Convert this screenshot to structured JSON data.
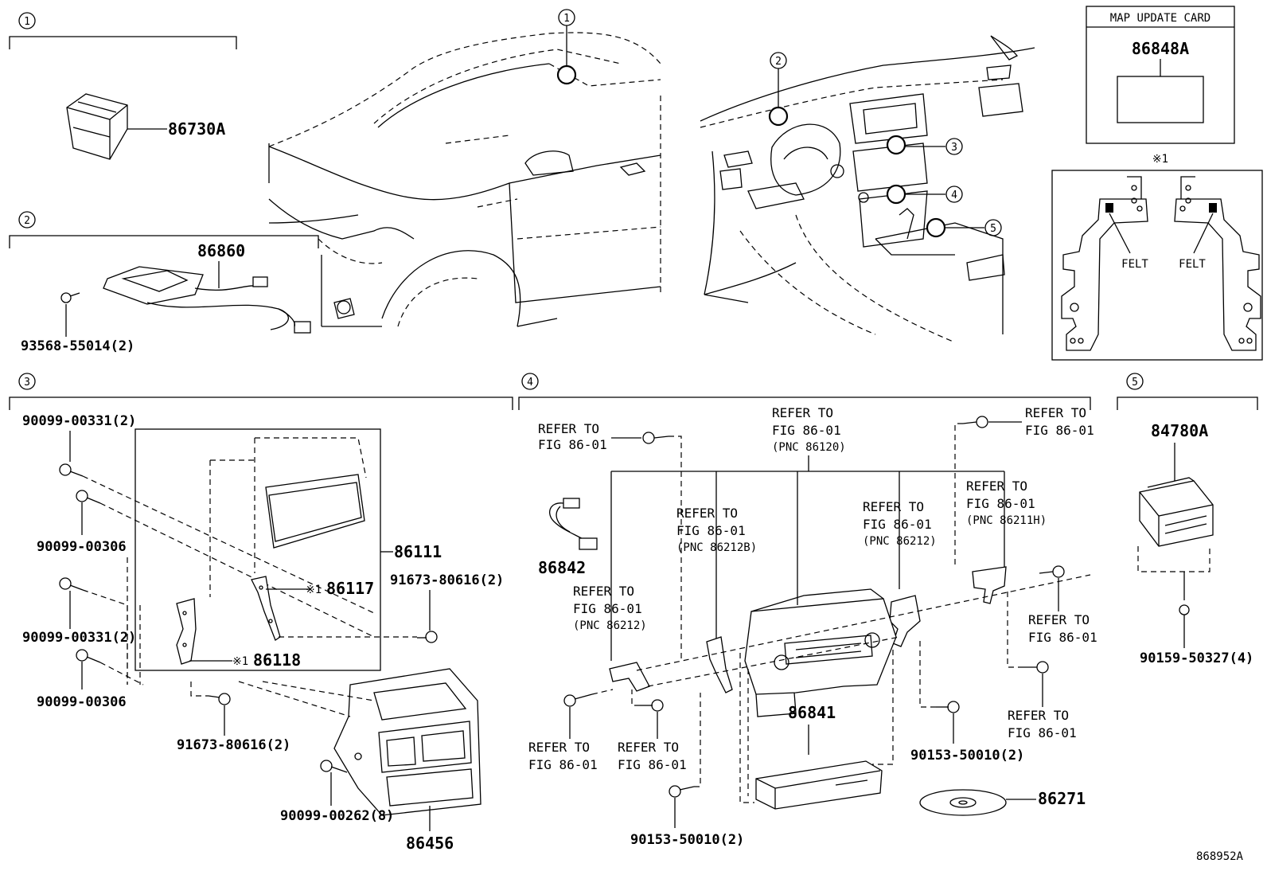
{
  "sections": [
    {
      "id": "1",
      "label": "1"
    },
    {
      "id": "2",
      "label": "2"
    },
    {
      "id": "3",
      "label": "3"
    },
    {
      "id": "4",
      "label": "4"
    },
    {
      "id": "5",
      "label": "5"
    }
  ],
  "callouts": [
    "1",
    "2",
    "3",
    "4",
    "5"
  ],
  "map_card": {
    "title": "MAP UPDATE CARD",
    "part": "86848A"
  },
  "note_box": {
    "marker": "※1",
    "felt_left": "FELT",
    "felt_right": "FELT"
  },
  "section1": {
    "part": "86730A"
  },
  "section2": {
    "part": "86860",
    "screw": "93568-55014(2)"
  },
  "section3": {
    "screw_a": "90099-00331(2)",
    "screw_b": "90099-00306",
    "screw_c": "90099-00331(2)",
    "screw_d": "90099-00306",
    "bolt_a": "91673-80616(2)",
    "bolt_b": "91673-80616(2)",
    "screw_e": "90099-00262(8)",
    "assembly": "86111",
    "bracket_a": "86117",
    "bracket_b": "86118",
    "marker": "※1",
    "panel": "86456"
  },
  "section4": {
    "refer": "REFER TO",
    "fig": "FIG 86-01",
    "pnc_86120": "(PNC 86120)",
    "pnc_86212b": "(PNC 86212B)",
    "pnc_86212": "(PNC 86212)",
    "pnc_86211h": "(PNC 86211H)",
    "harness": "86842",
    "unit": "86841",
    "disc": "86271",
    "bolt_a": "90153-50010(2)",
    "bolt_b": "90153-50010(2)"
  },
  "section5": {
    "part": "84780A",
    "screw": "90159-50327(4)"
  },
  "footer_code": "868952A"
}
